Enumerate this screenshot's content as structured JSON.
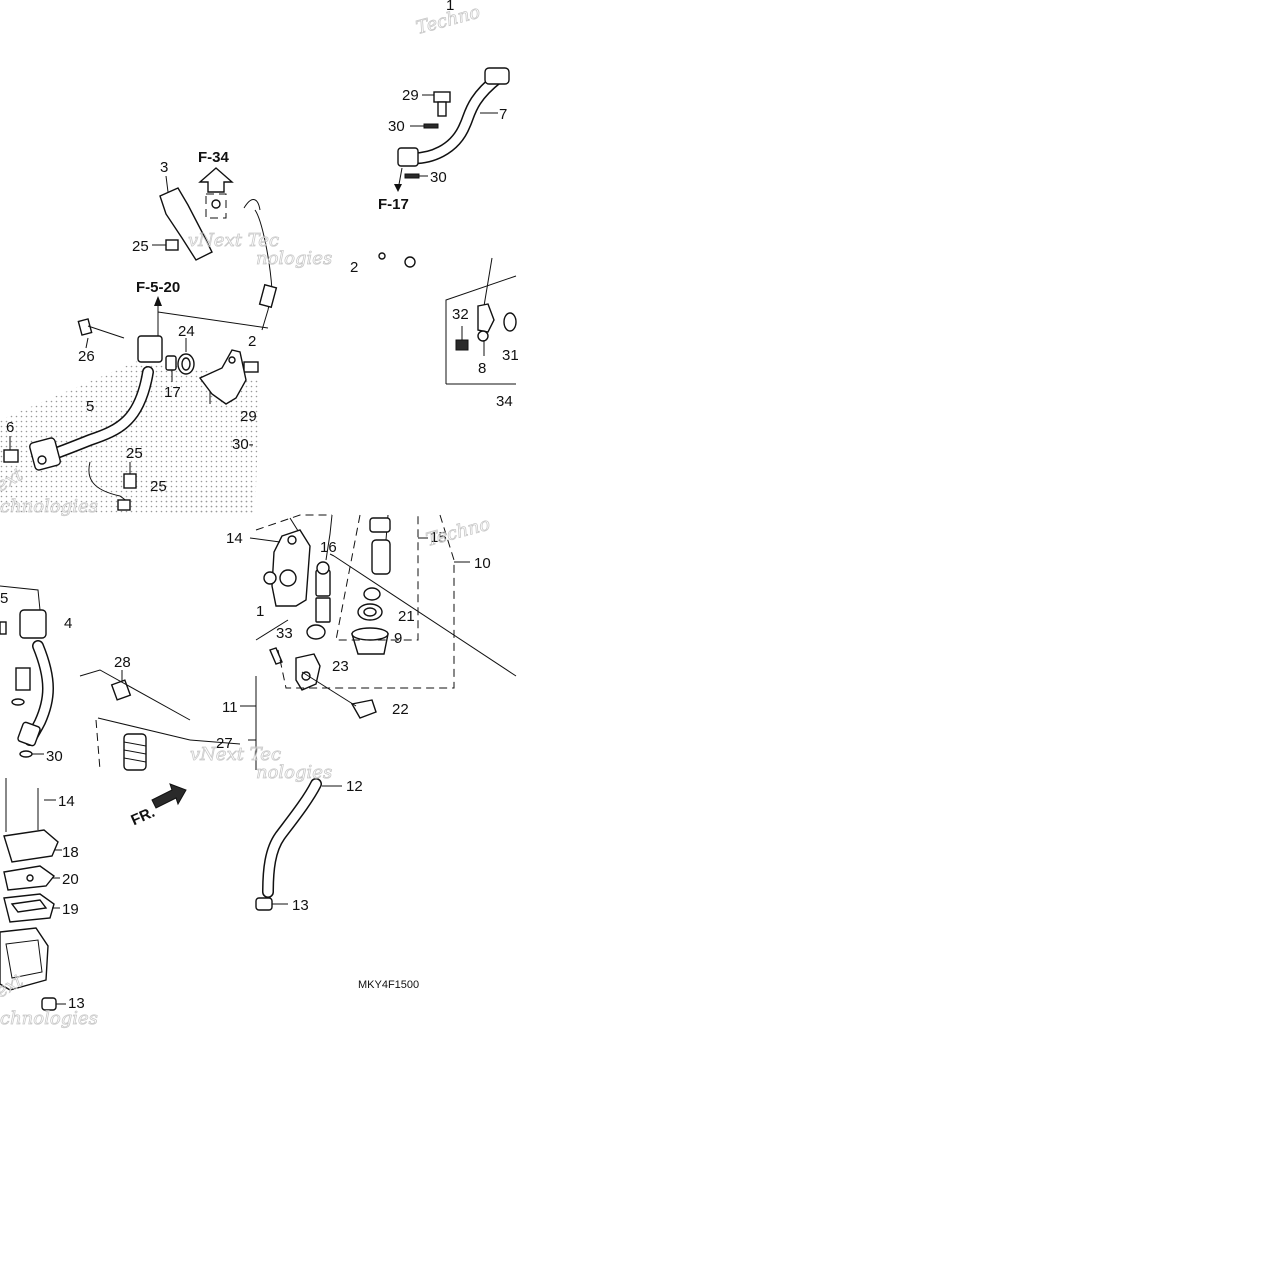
{
  "callouts": {
    "c1": "1",
    "c2a": "2",
    "c2b": "2",
    "c3": "3",
    "c4": "4",
    "c5a": "5",
    "c5b": "5",
    "c6": "6",
    "c7": "7",
    "c8": "8",
    "c9": "9",
    "c10": "10",
    "c11": "11",
    "c12": "12",
    "c13a": "13",
    "c13b": "13",
    "c14a": "14",
    "c14b": "14",
    "c15": "15",
    "c16": "16",
    "c17": "17",
    "c18": "18",
    "c19": "19",
    "c20": "20",
    "c21": "21",
    "c22": "22",
    "c23": "23",
    "c24": "24",
    "c25a": "25",
    "c25b": "25",
    "c25c": "25",
    "c26": "26",
    "c27": "27",
    "c28": "28",
    "c29a": "29",
    "c29b": "29",
    "c30a": "30",
    "c30b": "30",
    "c30c": "30-",
    "c30d": "30",
    "c31": "31",
    "c32": "32",
    "c33": "33",
    "c34": "34",
    "c11b": "1"
  },
  "references": {
    "f34": "F-34",
    "f17": "F-17",
    "f520": "F-5-20"
  },
  "direction_label": "FR.",
  "diagram_code": "MKY4F1500",
  "watermarks": {
    "w1": "Techno",
    "w2": "vNext Tec",
    "w3": "nologies",
    "w4": "ext",
    "w5": "chnologies",
    "w6": "Techno",
    "w7": "vNext Tec",
    "w8": "nologies",
    "w9": "ext",
    "w10": "chnologies"
  }
}
